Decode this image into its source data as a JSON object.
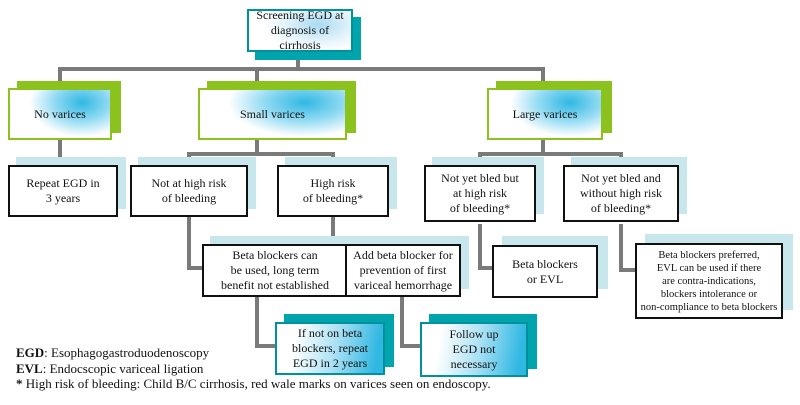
{
  "nodes": {
    "screening": {
      "label": "Screening EGD at\ndiagnosis of cirrhosis"
    },
    "no_varices": {
      "label": "No varices"
    },
    "small_varices": {
      "label": "Small varices"
    },
    "large_varices": {
      "label": "Large varices"
    },
    "repeat_egd": {
      "label": "Repeat EGD in\n3 years"
    },
    "not_high_risk": {
      "label": "Not at high risk\nof bleeding"
    },
    "high_risk": {
      "label": "High risk\nof bleeding*"
    },
    "not_bled_high_risk": {
      "label": "Not yet bled but\nat high risk\nof bleeding*"
    },
    "not_bled_no_high_risk": {
      "label": "Not yet bled and\nwithout high risk\nof bleeding*"
    },
    "beta_used": {
      "label": "Beta blockers can\nbe used, long term\nbenefit not established"
    },
    "add_beta": {
      "label": "Add beta blocker for\nprevention of first\nvariceal hemorrhage"
    },
    "beta_evl": {
      "label": "Beta blockers\nor EVL"
    },
    "beta_preferred": {
      "label": "Beta blockers preferred,\nEVL can be used if there\nare contra-indications,\nblockers intolerance or\nnon-compliance to beta blockers"
    },
    "if_not_beta": {
      "label": "If not on beta\nblockers, repeat\nEGD in 2 years"
    },
    "follow_up": {
      "label": "Follow up\nEGD not\nnecessary"
    }
  },
  "legend": {
    "egd_term": "EGD",
    "egd_def": ": Esophagogastroduodenoscopy",
    "evl_term": "EVL",
    "evl_def": ": Endocscopic variceal ligation",
    "footnote_marker": "*",
    "footnote_text": " High risk of bleeding: Child B/C cirrhosis, red wale marks on varices seen on endoscopy."
  },
  "colors": {
    "teal_border": "#00919a",
    "teal_shadow": "#00a4ad",
    "green": "#8cc21d",
    "pale_blue_shadow": "#c8e7ed",
    "cyan_gradient": "#30b8e3",
    "connector_gray": "#7a7a7a"
  }
}
